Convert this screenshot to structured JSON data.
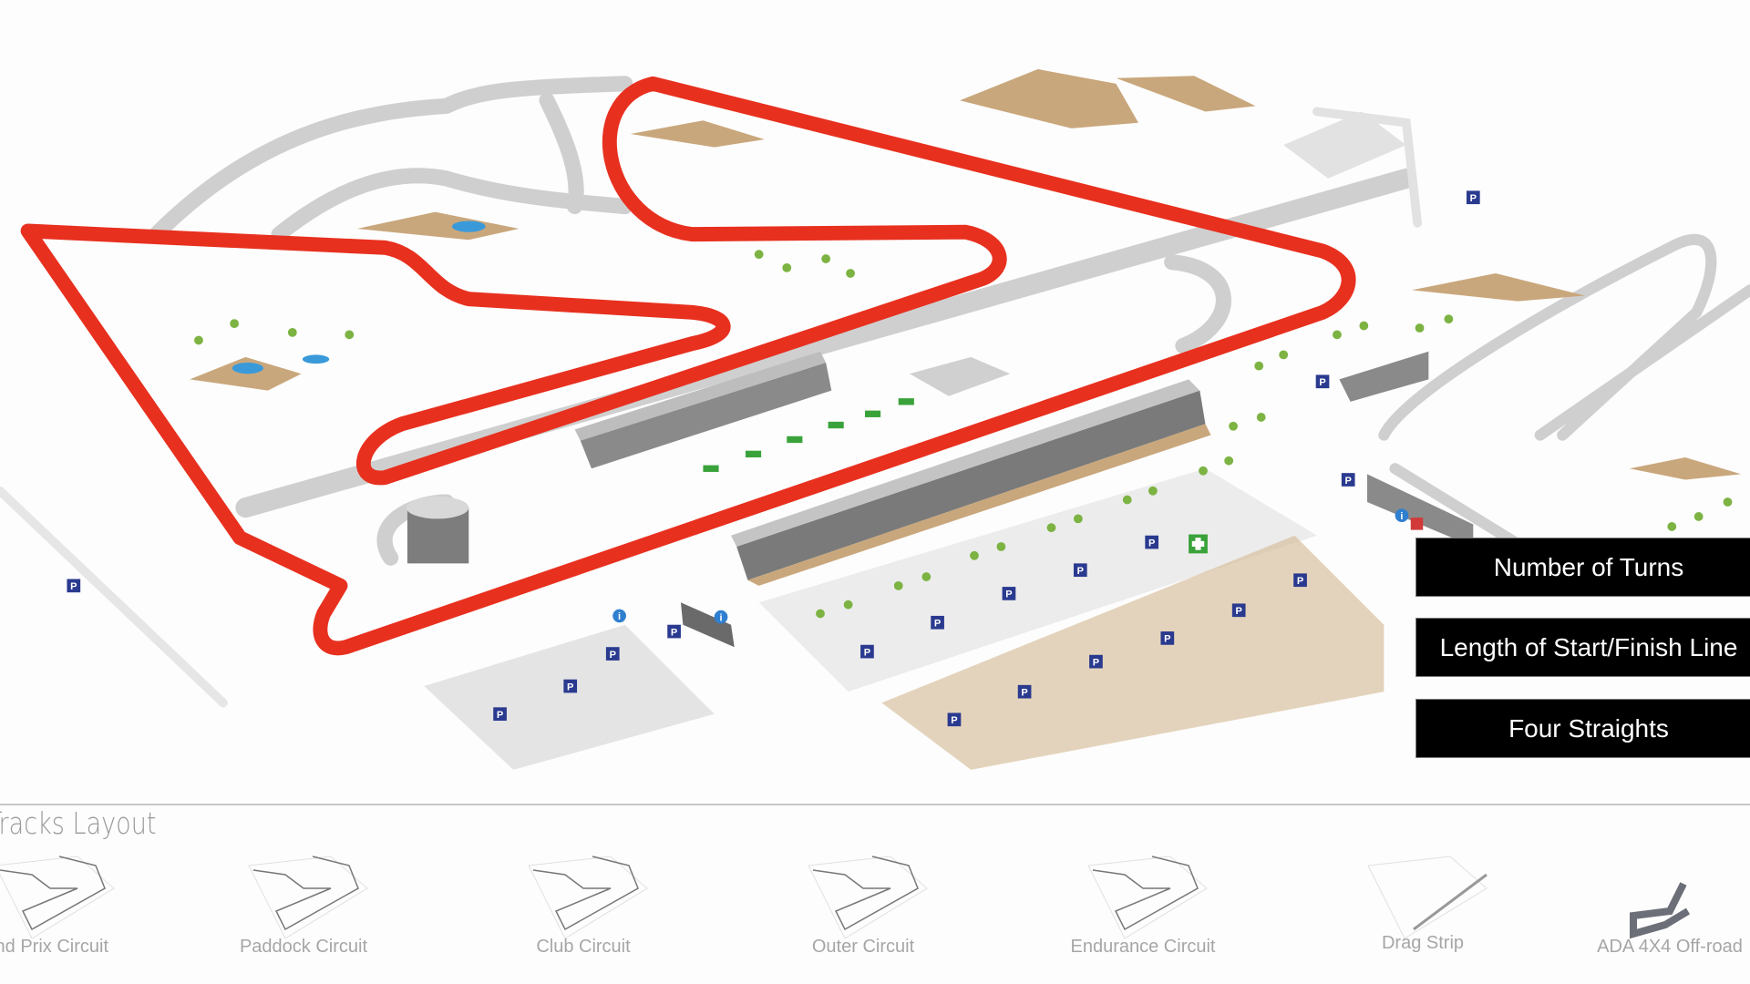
{
  "map": {
    "track_color": "#e8301f",
    "road_color": "#c9c9c9",
    "sand_color": "#c9a77c",
    "parking_label": "P",
    "info_label": "i"
  },
  "buttons": [
    {
      "label": "Number of Turns"
    },
    {
      "label": "Length of Start/Finish Line"
    },
    {
      "label": "Four Straights"
    }
  ],
  "tracks": {
    "title": "Tracks Layout",
    "items": [
      {
        "label": "Grand Prix Circuit"
      },
      {
        "label": "Paddock Circuit"
      },
      {
        "label": "Club Circuit"
      },
      {
        "label": "Outer Circuit"
      },
      {
        "label": "Endurance Circuit"
      },
      {
        "label": "Drag Strip"
      },
      {
        "label": "ADA 4X4 Off-road"
      }
    ]
  }
}
